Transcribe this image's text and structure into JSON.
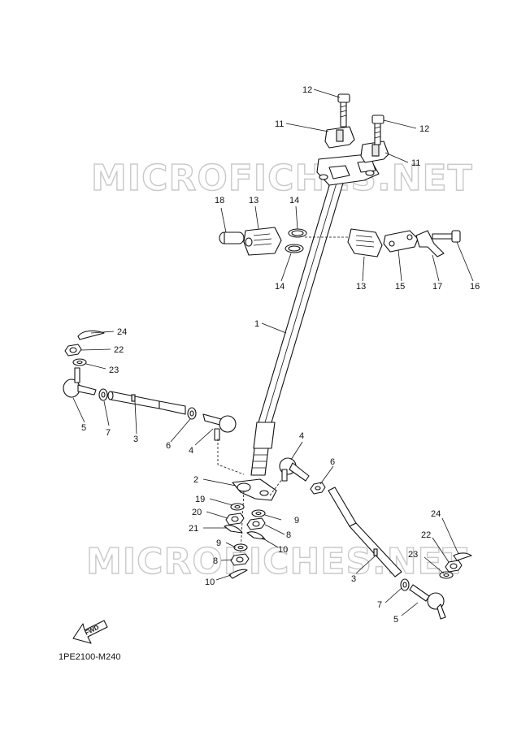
{
  "diagram": {
    "code": "1PE2100-M240",
    "watermark": "MICROFICHES.NET",
    "fwd_label": "FWD",
    "callouts": {
      "c1": "1",
      "c2": "2",
      "c3a": "3",
      "c3b": "3",
      "c4a": "4",
      "c4b": "4",
      "c5a": "5",
      "c5b": "5",
      "c6a": "6",
      "c6b": "6",
      "c7a": "7",
      "c7b": "7",
      "c8a": "8",
      "c8b": "8",
      "c9a": "9",
      "c9b": "9",
      "c10a": "10",
      "c10b": "10",
      "c11a": "11",
      "c11b": "11",
      "c12a": "12",
      "c12b": "12",
      "c13a": "13",
      "c13b": "13",
      "c14a": "14",
      "c14b": "14",
      "c15": "15",
      "c16": "16",
      "c17": "17",
      "c18": "18",
      "c19": "19",
      "c20": "20",
      "c21": "21",
      "c22a": "22",
      "c22b": "22",
      "c23a": "23",
      "c23b": "23",
      "c24a": "24",
      "c24b": "24"
    }
  }
}
